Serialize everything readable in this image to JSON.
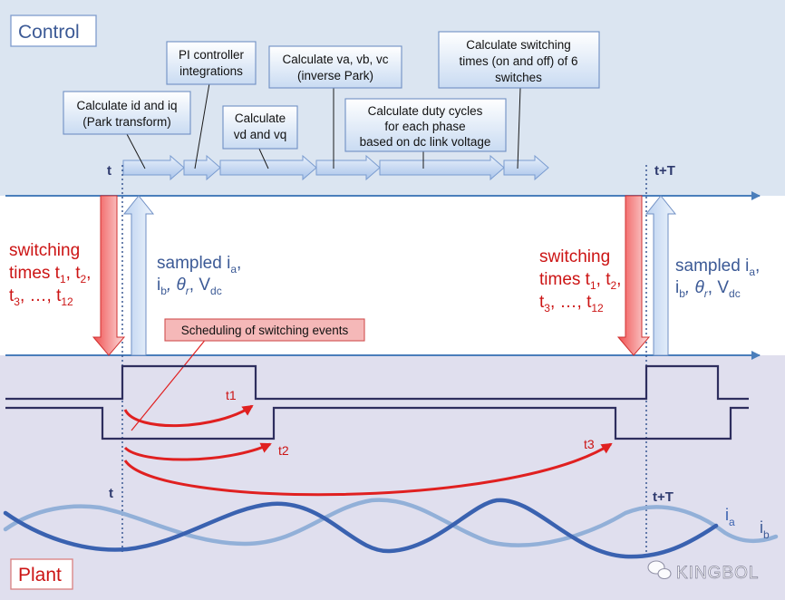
{
  "sections": {
    "control": "Control",
    "plant": "Plant"
  },
  "control_steps": [
    "Calculate id and iq",
    "(Park transform)",
    "PI controller",
    "integrations",
    "Calculate",
    "vd and vq",
    "Calculate va, vb, vc",
    "(inverse Park)",
    "Calculate duty cycles",
    "for each phase",
    "based on dc link voltage",
    "Calculate switching",
    "times (on and off) of 6",
    "switches"
  ],
  "time_marks": {
    "t": "t",
    "t_plus_T": "t+T"
  },
  "switching_label": {
    "line1": "switching",
    "line2_prefix": "times t",
    "sub1": "1",
    "comma_t": ", t",
    "sub2": "2",
    "comma": ",",
    "line3_prefix": "t",
    "sub3": "3",
    "ellipsis": ", …, t",
    "sub12": "12"
  },
  "sampled_label": {
    "line1_prefix": "sampled i",
    "sub_a": "a",
    "comma": ",",
    "i": "i",
    "sub_b": "b",
    "theta": ", θ",
    "sub_r": "r",
    "comma_v": ", V",
    "sub_dc": "dc"
  },
  "scheduling_callout": "Scheduling of switching events",
  "event_labels": {
    "t1": "t1",
    "t2": "t2",
    "t3": "t3"
  },
  "wave_labels": {
    "i_a_base": "i",
    "i_a_sub": "a",
    "i_b_base": "i",
    "i_b_sub": "b"
  },
  "watermark": "KINGBOL",
  "colors": {
    "control_bg": "#dbe5f1",
    "plant_bg": "#e0dfee",
    "axis_blue": "#4a7ebb",
    "navy": "#2e3a6e",
    "red": "#e02020",
    "text_red": "#cc1414",
    "text_blue": "#3c5a96",
    "ia_wave": "#3a62b0",
    "ib_wave": "#92b0d8"
  }
}
